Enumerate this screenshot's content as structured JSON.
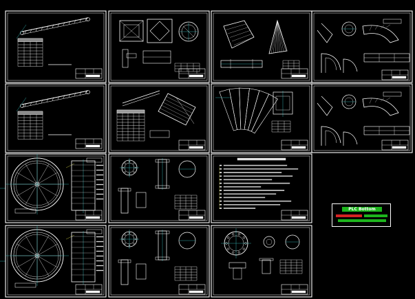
{
  "canvas": {
    "background": "#000000",
    "frame_color": "#ffffff",
    "detail_color": "#ffffff"
  },
  "colors": {
    "accent_green": "#1db51d",
    "accent_red": "#d42222",
    "axis_cyan": "#3fd0d0",
    "leader_yellow": "#e6e64a"
  },
  "sheets": [
    {
      "kind": "conveyor-elevation"
    },
    {
      "kind": "square-plate-details"
    },
    {
      "kind": "cone-development"
    },
    {
      "kind": "elbow-development"
    },
    {
      "kind": "conveyor-elevation"
    },
    {
      "kind": "conveyor-sections"
    },
    {
      "kind": "fan-development"
    },
    {
      "kind": "elbow-development"
    },
    {
      "kind": "tank-plan"
    },
    {
      "kind": "nozzle-details"
    },
    {
      "kind": "general-notes"
    },
    {
      "kind": "tank-plan"
    },
    {
      "kind": "nozzle-details"
    },
    {
      "kind": "flange-details"
    }
  ],
  "stamp": {
    "title": "PLC Bottom"
  }
}
